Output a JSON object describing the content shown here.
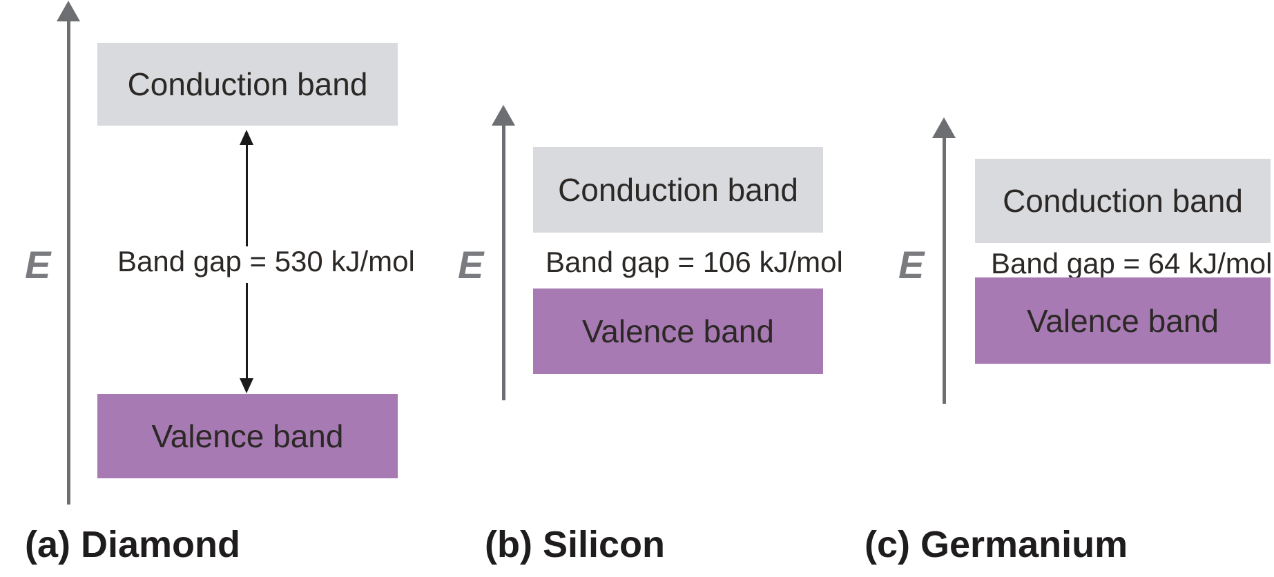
{
  "figure": {
    "energy_axis_label": "E",
    "panels": [
      {
        "caption": "(a) Diamond",
        "conduction_band_label": "Conduction band",
        "valence_band_label": "Valence band",
        "band_gap_label": "Band gap = 530 kJ/mol",
        "band_gap_kj_mol": 530
      },
      {
        "caption": "(b) Silicon",
        "conduction_band_label": "Conduction band",
        "valence_band_label": "Valence band",
        "band_gap_label": "Band gap = 106 kJ/mol",
        "band_gap_kj_mol": 106
      },
      {
        "caption": "(c) Germanium",
        "conduction_band_label": "Conduction band",
        "valence_band_label": "Valence band",
        "band_gap_label": "Band gap = 64 kJ/mol",
        "band_gap_kj_mol": 64
      }
    ]
  },
  "colors": {
    "conduction_band_fill": "#d8dade",
    "valence_band_fill": "#a87ab3",
    "axis_gray": "#6d6e71",
    "energy_label_gray": "#7a7b7e",
    "gap_arrow_black": "#1a1a1a",
    "text_dark": "#2b2826"
  }
}
